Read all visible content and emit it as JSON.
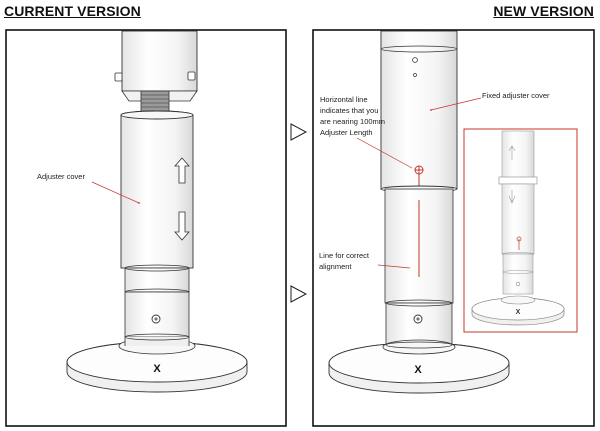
{
  "headings": {
    "current": "CURRENT VERSION",
    "new": "NEW VERSION"
  },
  "left_panel": {
    "callout": "Adjuster cover",
    "base_mark": "X"
  },
  "right_panel": {
    "callout_horizontal": [
      "Horizontal line",
      "indicates that you",
      "are nearing 100mm",
      "Adjuster Length"
    ],
    "callout_fixed": "Fixed adjuster cover",
    "callout_line": [
      "Line for correct",
      "alignment"
    ],
    "base_mark": "X",
    "inset_base_mark": "X"
  },
  "colors": {
    "frame": "#111111",
    "accent_red": "#c0392b",
    "line": "#333333"
  }
}
